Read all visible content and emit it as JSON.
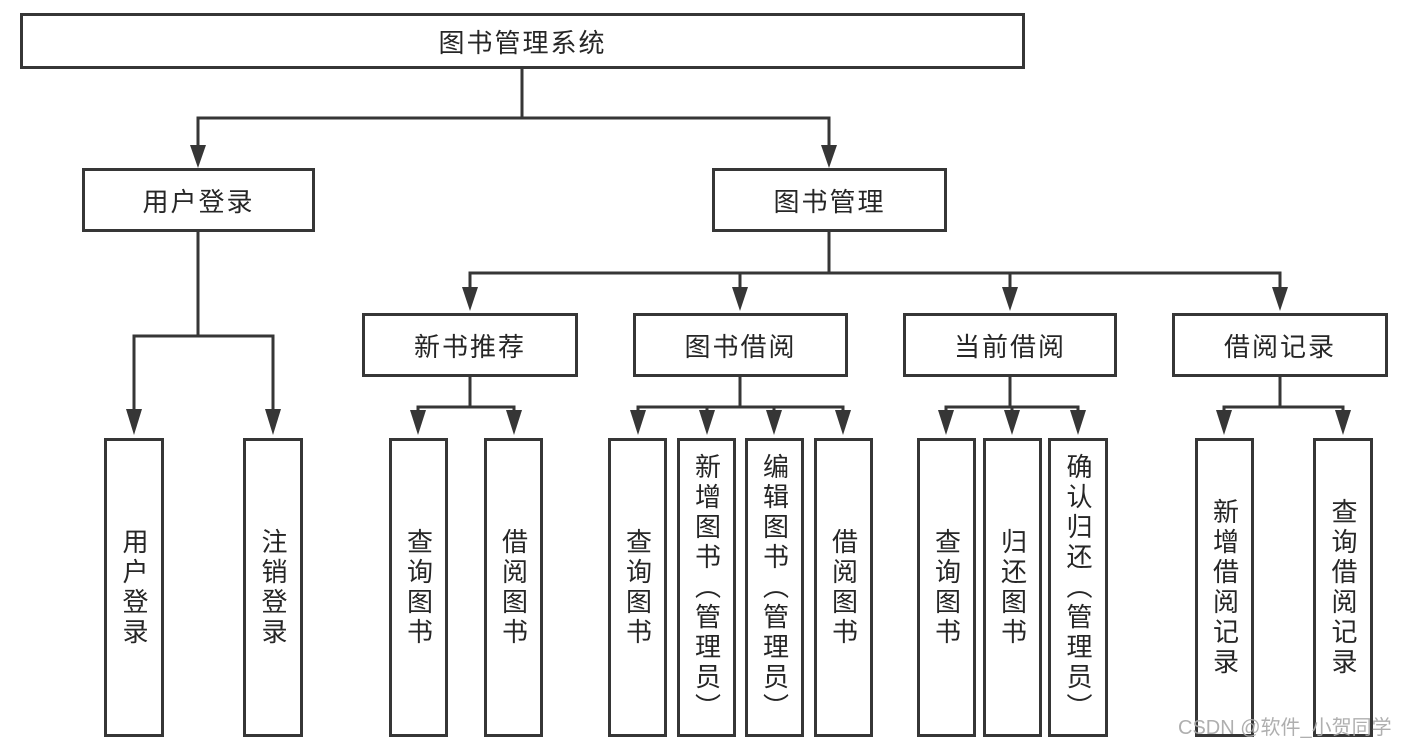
{
  "diagram_type": "hierarchy-tree",
  "colors": {
    "line": "#363636",
    "box_border": "#363636",
    "text": "#262626",
    "background": "#ffffff",
    "watermark_text_color": "#a9a9a9"
  },
  "nodes": {
    "root": "图书管理系统",
    "user_login": "用户登录",
    "book_management": "图书管理",
    "new_book_recommend": "新书推荐",
    "book_borrow": "图书借阅",
    "current_borrow": "当前借阅",
    "borrow_record": "借阅记录",
    "leaf_user_login": "用户登录",
    "leaf_logout": "注销登录",
    "leaf_query_book_a": "查询图书",
    "leaf_borrow_book_a": "借阅图书",
    "leaf_query_book_b": "查询图书",
    "leaf_add_book_admin": "新增图书（管理员）",
    "leaf_edit_book_admin": "编辑图书（管理员）",
    "leaf_borrow_book_b": "借阅图书",
    "leaf_query_book_c": "查询图书",
    "leaf_return_book": "归还图书",
    "leaf_confirm_return_admin": "确认归还（管理员）",
    "leaf_add_borrow_record": "新增借阅记录",
    "leaf_query_borrow_record": "查询借阅记录"
  },
  "hierarchy": {
    "label": "图书管理系统",
    "children": [
      {
        "label": "用户登录",
        "children": [
          {
            "label": "用户登录"
          },
          {
            "label": "注销登录"
          }
        ]
      },
      {
        "label": "图书管理",
        "children": [
          {
            "label": "新书推荐",
            "children": [
              {
                "label": "查询图书"
              },
              {
                "label": "借阅图书"
              }
            ]
          },
          {
            "label": "图书借阅",
            "children": [
              {
                "label": "查询图书"
              },
              {
                "label": "新增图书（管理员）"
              },
              {
                "label": "编辑图书（管理员）"
              },
              {
                "label": "借阅图书"
              }
            ]
          },
          {
            "label": "当前借阅",
            "children": [
              {
                "label": "查询图书"
              },
              {
                "label": "归还图书"
              },
              {
                "label": "确认归还（管理员）"
              }
            ]
          },
          {
            "label": "借阅记录",
            "children": [
              {
                "label": "新增借阅记录"
              },
              {
                "label": "查询借阅记录"
              }
            ]
          }
        ]
      }
    ]
  },
  "watermark": "CSDN @软件_小贺同学"
}
